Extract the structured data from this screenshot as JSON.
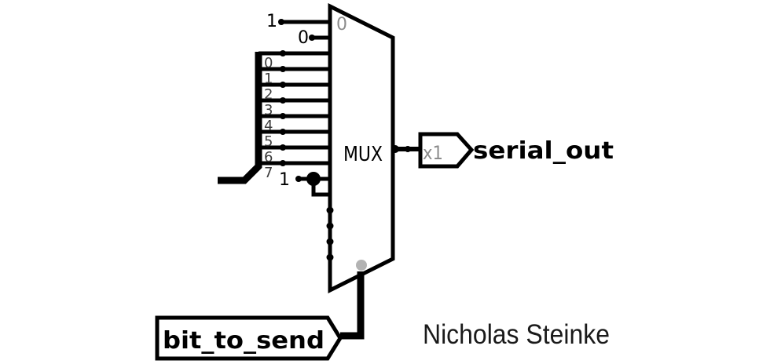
{
  "colors": {
    "background": "#ffffff",
    "ink": "#000000",
    "pin_value_gray": "#8c8c8c",
    "select_dot_gray": "#b3b3b3",
    "bit_label_gray": "#3c3c3c"
  },
  "mux": {
    "label": "MUX",
    "first_input_index_label": "0",
    "bus_bit_labels": [
      "0",
      "1",
      "2",
      "3",
      "4",
      "5",
      "6",
      "7"
    ]
  },
  "inputs": {
    "constant_top": "1",
    "constant_second": "0",
    "constant_mid": "1"
  },
  "output": {
    "width_label": "x1",
    "label": "serial_out"
  },
  "select_input": {
    "label": "bit_to_send"
  },
  "credit": "Nicholas Steinke"
}
